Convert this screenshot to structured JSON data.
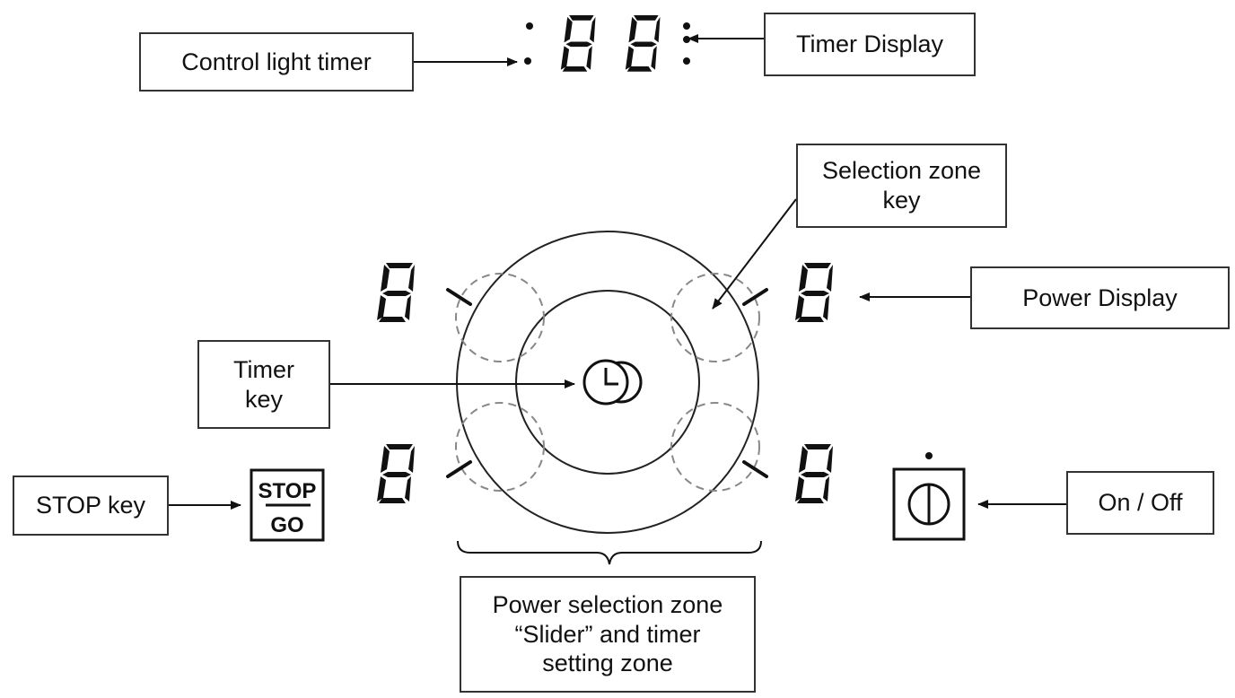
{
  "labels": {
    "control_light_timer": "Control light timer",
    "timer_display": "Timer Display",
    "selection_zone_key": [
      "Selection zone",
      "key"
    ],
    "power_display": "Power Display",
    "timer_key": [
      "Timer",
      "key"
    ],
    "stop_key": "STOP key",
    "on_off": "On / Off",
    "slider_zone": [
      "Power selection zone",
      "“Slider” and timer",
      "setting zone"
    ]
  },
  "keys": {
    "stop_go": {
      "top": "STOP",
      "bottom": "GO"
    }
  },
  "icons": {
    "timer_key": "clock-icon",
    "power_key": "power-icon",
    "displays": "seven-segment-digit-icon"
  }
}
